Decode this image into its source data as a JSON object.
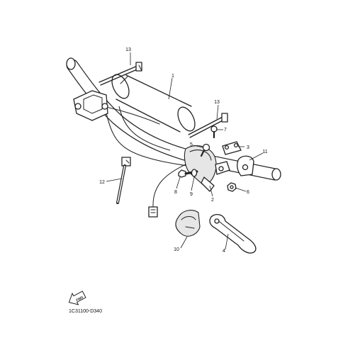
{
  "diagram_code": "1C31100-D340",
  "direction_label": "FWD",
  "callouts": [
    {
      "id": "1",
      "part": "pad"
    },
    {
      "id": "2",
      "part": "lever-holder"
    },
    {
      "id": "3",
      "part": "clamp"
    },
    {
      "id": "4",
      "part": "lever"
    },
    {
      "id": "5",
      "part": "bolt"
    },
    {
      "id": "6",
      "part": "nut"
    },
    {
      "id": "7",
      "part": "bolt"
    },
    {
      "id": "8",
      "part": "bolt"
    },
    {
      "id": "9",
      "part": "collar"
    },
    {
      "id": "10",
      "part": "lever-cover"
    },
    {
      "id": "11",
      "part": "switch"
    },
    {
      "id": "12",
      "part": "band"
    },
    {
      "id": "13",
      "part": "band"
    },
    {
      "id": "13",
      "part": "band"
    }
  ]
}
